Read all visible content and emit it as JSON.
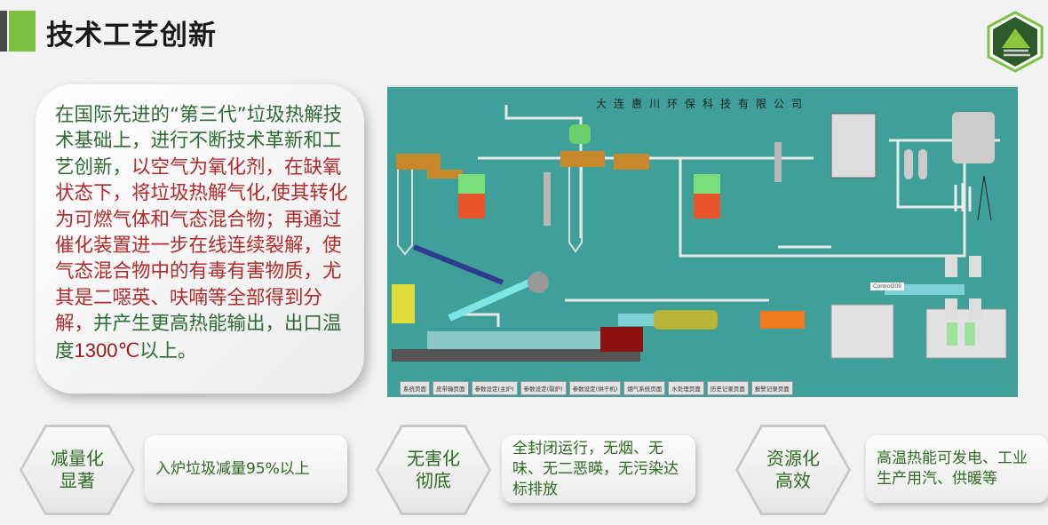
{
  "header": {
    "title": "技术工艺创新"
  },
  "intro": {
    "segments": [
      {
        "text": "在国际先进的“第三代”垃圾热解技术基础上，进行不断技术革新和工艺创新，",
        "style": "green"
      },
      {
        "text": "以空气为氧化剂，在缺氧状态下，将垃圾热解气化,使其转化为可燃气体和气态混合物；再通过催化装置进一步在线连续裂解，使气态混合物中的有毒有害物质，尤其是二噁英、呋喃等全部得到分解，",
        "style": "red"
      },
      {
        "text": "并产生更高热能输出，出口温度",
        "style": "green"
      },
      {
        "text": "1300℃",
        "style": "temp"
      },
      {
        "text": "以上。",
        "style": "green"
      }
    ]
  },
  "scada": {
    "company": "大连惠川环保科技有限公司",
    "control_label": "Control209",
    "buttons": [
      "系统页面",
      "皮带输页面",
      "参数设定(主炉)",
      "参数设定(裂炉)",
      "参数设定(烘干机)",
      "烟气系统页面",
      "水处理页面",
      "历史记录页面",
      "报警记录页面"
    ]
  },
  "features": [
    {
      "title_line1": "减量化",
      "title_line2": "显著",
      "desc": "入炉垃圾减量95%以上"
    },
    {
      "title_line1": "无害化",
      "title_line2": "彻底",
      "desc": "全封闭运行，无烟、无味、无二恶暎，无污染达标排放"
    },
    {
      "title_line1": "资源化",
      "title_line2": "高效",
      "desc": "高温热能可发电、工业生产用汽、供暖等"
    }
  ],
  "colors": {
    "accent": "#7cc142",
    "text_green": "#2f6b23",
    "text_red": "#b22a2a",
    "scada_bg": "#3fa09a"
  }
}
